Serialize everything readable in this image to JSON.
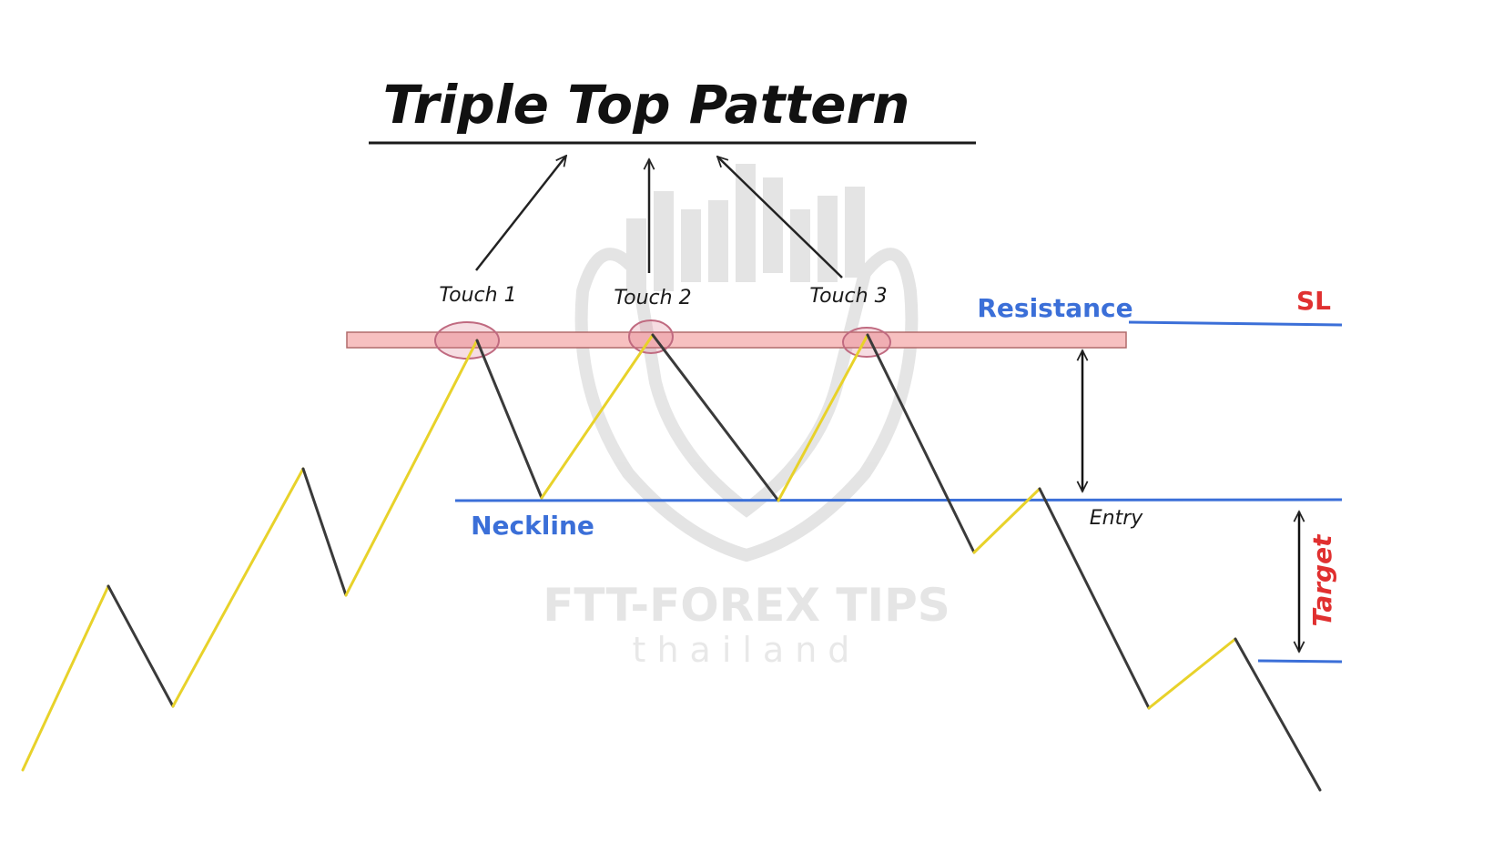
{
  "title": "Triple Top Pattern",
  "touches": [
    "Touch 1",
    "Touch 2",
    "Touch 3"
  ],
  "labels": {
    "resistance": "Resistance",
    "neckline": "Neckline",
    "entry": "Entry",
    "sl": "SL",
    "target": "Target"
  },
  "watermark": {
    "brand": "FTT-FOREX TIPS",
    "sub": "thailand"
  },
  "colors": {
    "up_leg": "#e8d22a",
    "down_leg": "#3a3a3a",
    "level_line": "#3b6fd8",
    "label_blue": "#3b6fd8",
    "label_red": "#e03030",
    "resistance_zone_fill": "#f7c0c0",
    "resistance_zone_stroke": "#c07070"
  }
}
